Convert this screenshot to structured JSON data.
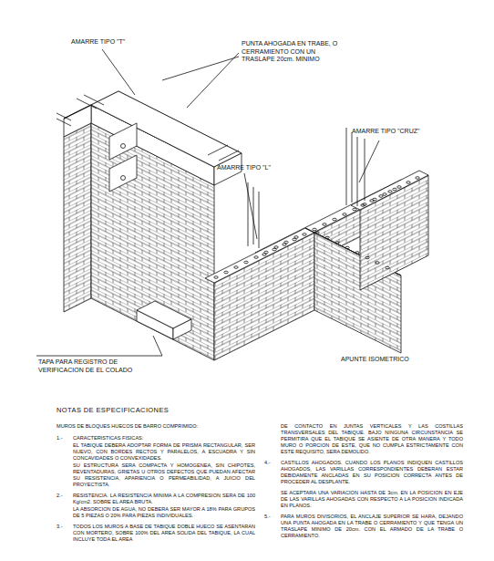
{
  "diagram": {
    "labels": [
      "AMARRE TIPO \"T\"",
      "PUNTA AHOGADA EN TRABE, O CERRAMIENTO CON UN TRASLAPE 20cm. MINIMO",
      "AMARRE TIPO \"CRUZ\"",
      "AMARRE TIPO \"L\"",
      "TAPA PARA REGISTRO DE VERIFICACION DE EL COLADO",
      "APUNTE ISOMETRICO",
      "NOTAS DE ESPECIFICACIONES",
      "MUROS DE BLOQUES HUECOS DE BARRO COMPRIMIDO:",
      "1.-",
      "CARACTERISTICAS FISICAS:",
      "EL TABIQUE DEBERA ADOPTAR FORMA DE PRISMA RECTANGULAR, SER NUEVO, CON BORDES RECTOS Y PARALELOS, A ESCUADRA Y SIN CONCAVIDADES O CONVEXIDADES.",
      "SU ESTRUCTURA SERA COMPACTA Y HOMOGENEA, SIN CHIPOTES, REVENTADURAS, GRIETAS U OTROS DEFECTOS QUE PUEDAN AFECTAR SU RESISTENCIA, APARIENCIA O PERMEABILIDAD, A JUICIO DEL PROYECTISTA.",
      "2.-",
      "RESISTENCIA. LA RESISTENCIA MINIMA A LA COMPRESION SERA DE 100 Kg/cm2. SOBRE EL AREA BRUTA.",
      "LA ABSORCION DE AGUA, NO DEBERA SER MAYOR A 18% PARA GRUPOS DE 5 PIEZAS O 20% PARA PIEZAS INDIVIDUALES.",
      "3.-",
      "TODOS LOS MUROS A BASE DE TABIQUE DOBLE HUECO SE ASENTARAN CON MORTERO, SOBRE 100% DEL AREA SOLIDA DEL TABIQUE, LA CUAL INCLUYE TODA EL AREA",
      "DE CONTACTO EN JUNTAS VERTICALES Y LAS COSTILLAS TRANSVERSALES DEL TABIQUE. BAJO NINGUNA CIRCUNSTANCIA SE PERMITIRA QUE EL TABIQUE SE ASIENTE DE OTRA MANERA Y TODO MURO O PORCION DE ESTE, QUE NO CUMPLA ESTRICTAMENTE CON ESTE REQUISITO, SERA DEMOLIDO.",
      "4.-",
      "CASTILLOS AHOGADOS. CUANDO LOS PLANOS INDIQUEN CASTILLOS AHOGADOS, LAS VARILLAS CORRESPONDIENTES DEBERAN ESTAR DEBIDAMENTE ANCLADAS EN SU POSICION CORRECTA ANTES DE PROCEDER AL DESPLANTE.",
      "SE ACEPTARA UNA VARIACION HASTA DE 3cm. EN LA POSICION EN EJE DE LAS VARILLAS AHOGADAS CON RESPECTO A LA POSICION INDICADA EN PLANOS.",
      "5.-",
      "PARA MUROS DIVISORIOS, EL ANCLAJE SUPERIOR SE HARA, DEJANDO UNA PUNTA AHOGADA EN LA TRABE O CERRAMIENTO Y QUE TENGA UN TRASLAPE MINIMO DE 20cm. CON EL ARMADO DE LA TRABE O CERRAMIENTO."
    ]
  }
}
